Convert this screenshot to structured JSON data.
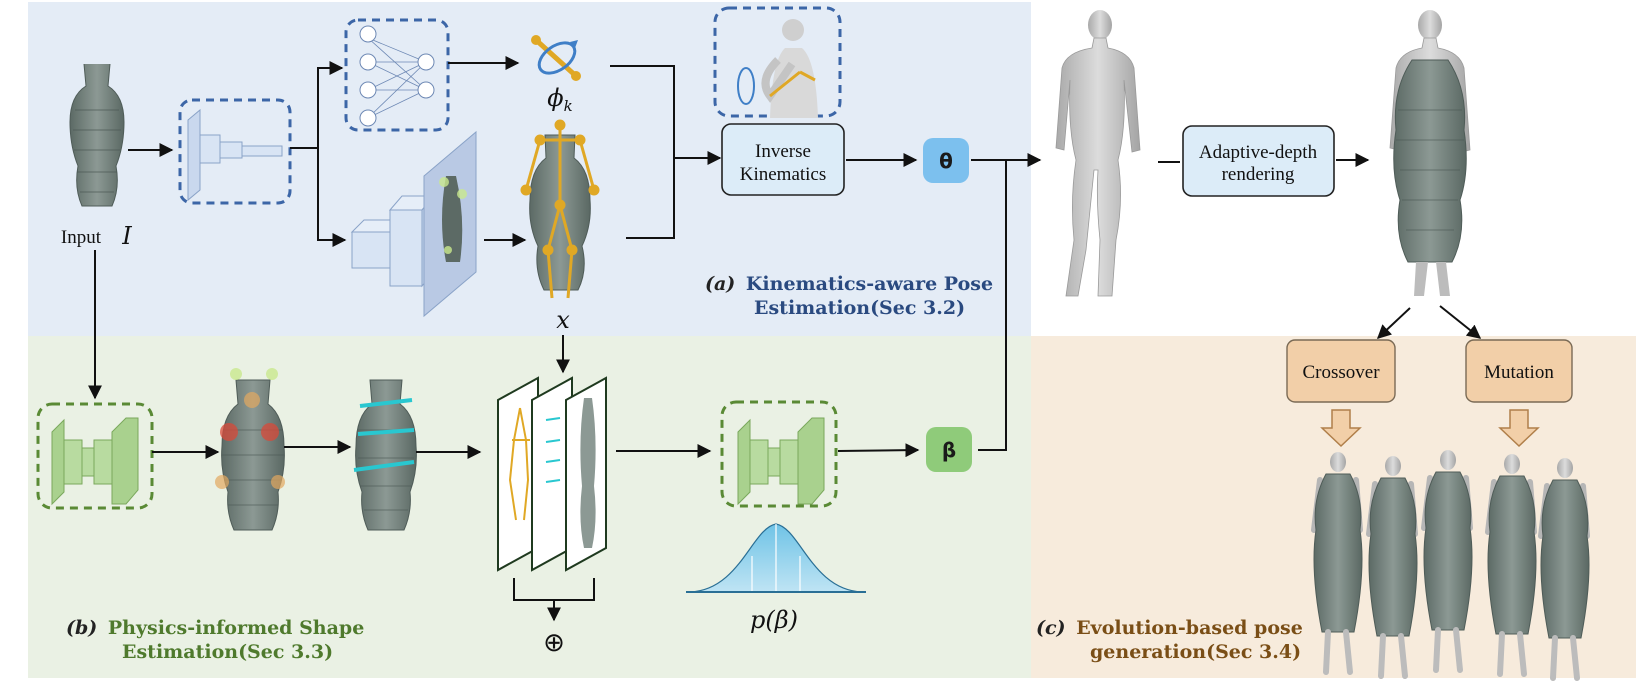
{
  "colors": {
    "panel_a": "#e4ecf6",
    "panel_b": "#eaf1e4",
    "panel_c": "#f7ebdc",
    "blue_dash": "#3c66a7",
    "green_dash": "#5a8a35",
    "theta_badge": "#7cc0ee",
    "beta_badge": "#8fcb7a",
    "ik_box": "#dcecf8",
    "evo_box": "#f2cfa8",
    "sec_a": "#2a4a80",
    "sec_b": "#4f7a2d",
    "sec_c": "#7a4e16",
    "skeleton": "#e0a825",
    "cyan": "#29c7d0"
  },
  "input": {
    "label": "Input",
    "symbol": "I"
  },
  "labels": {
    "phi": "ϕ",
    "phi_sub": "k",
    "x": "x",
    "theta": "θ",
    "beta": "β",
    "p_beta": "p(β)",
    "oplus": "⊕"
  },
  "boxes": {
    "ik_line1": "Inverse",
    "ik_line2": "Kinematics",
    "adr_line1": "Adaptive-depth",
    "adr_line2": "rendering",
    "crossover": "Crossover",
    "mutation": "Mutation"
  },
  "sections": {
    "a_prefix": "(a)",
    "a_line1": "Kinematics-aware Pose",
    "a_line2": "Estimation(Sec 3.2)",
    "b_prefix": "(b)",
    "b_line1": "Physics-informed Shape",
    "b_line2": "Estimation(Sec 3.3)",
    "c_prefix": "(c)",
    "c_line1": "Evolution-based pose",
    "c_line2": "generation(Sec 3.4)"
  }
}
